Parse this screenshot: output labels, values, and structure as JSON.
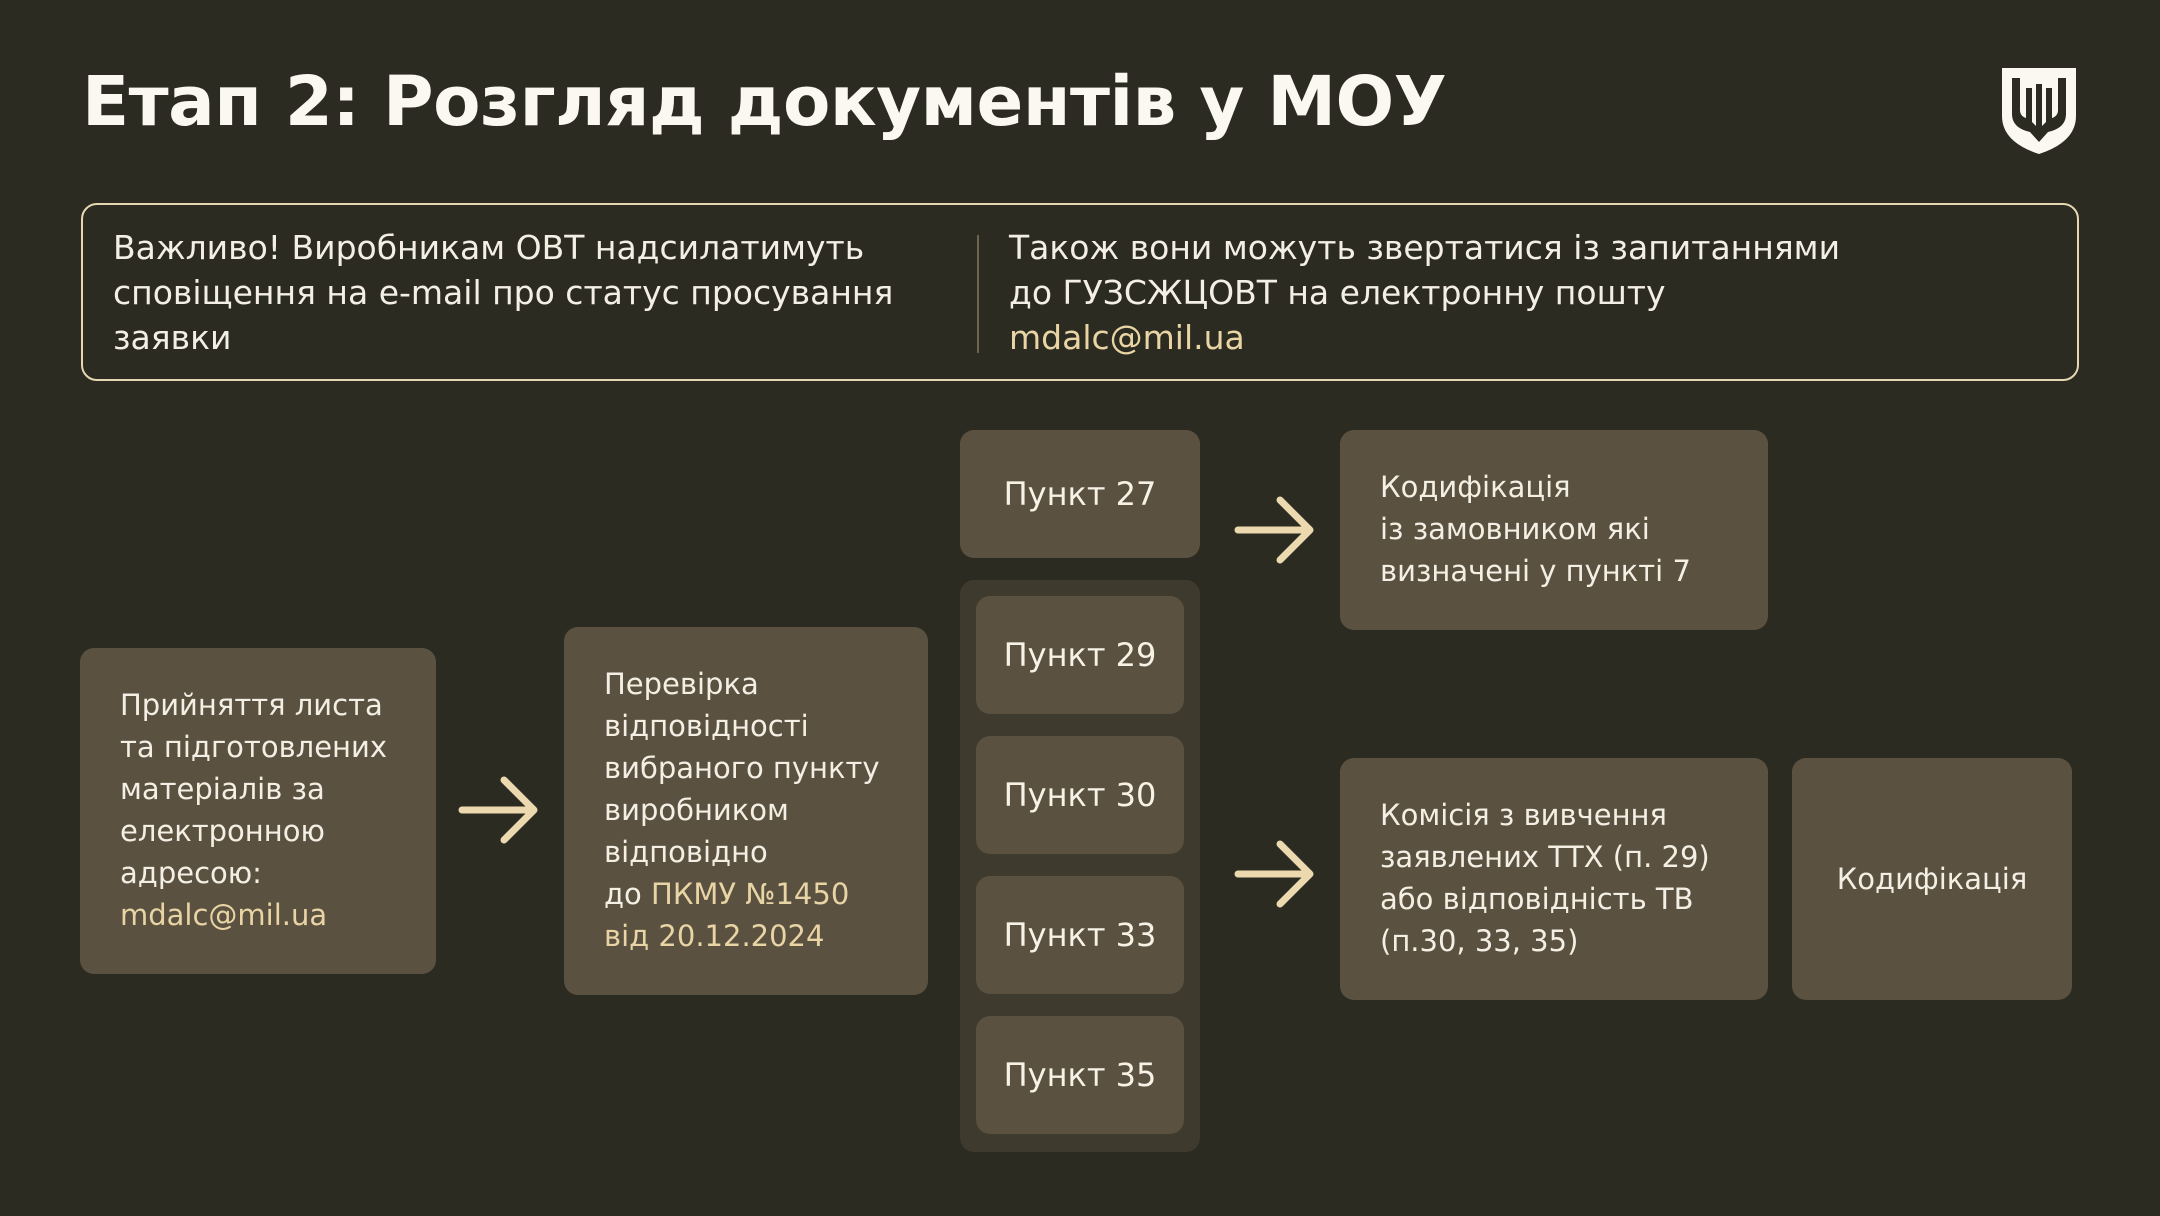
{
  "header": {
    "title": "Етап 2: Розгляд документів у МОУ",
    "emblem_icon": "trident-shield-icon"
  },
  "notice": {
    "left_lines": [
      "Важливо! Виробникам ОВТ надсилатимуть",
      "сповіщення на e-mail про статус просування",
      "заявки"
    ],
    "right_lines": [
      "Також вони можуть звертатися із запитаннями",
      "до ГУЗСЖЦОВТ на електронну пошту"
    ],
    "right_email": "mdalc@mil.ua"
  },
  "flow": {
    "step1": {
      "lines": [
        "Прийняття листа",
        "та підготовлених",
        "матеріалів за",
        "електронною",
        "адресою:"
      ],
      "email": "mdalc@mil.ua"
    },
    "step2": {
      "lines": [
        "Перевірка",
        "відповідності",
        "вибраного пункту",
        "виробником",
        "відповідно"
      ],
      "prefix": "до ",
      "accent_line1": "ПКМУ №1450",
      "accent_line2": "від 20.12.2024"
    },
    "points": {
      "p27": "Пункт 27",
      "p29": "Пункт 29",
      "p30": "Пункт 30",
      "p33": "Пункт 33",
      "p35": "Пункт 35"
    },
    "result_top": {
      "lines": [
        "Кодифікація",
        "із замовником які",
        "визначені у пункті 7"
      ]
    },
    "result_bottom": {
      "lines": [
        "Комісія з вивчення",
        "заявлених ТТХ (п. 29)",
        "або відповідність ТВ",
        "(п.30, 33, 35)"
      ]
    },
    "final": {
      "label": "Кодифікація"
    }
  },
  "colors": {
    "background": "#2c2b21",
    "box": "#5a5140",
    "panel": "#3e3a2d",
    "accent": "#e8d4a4",
    "border": "#e6d7b2"
  }
}
